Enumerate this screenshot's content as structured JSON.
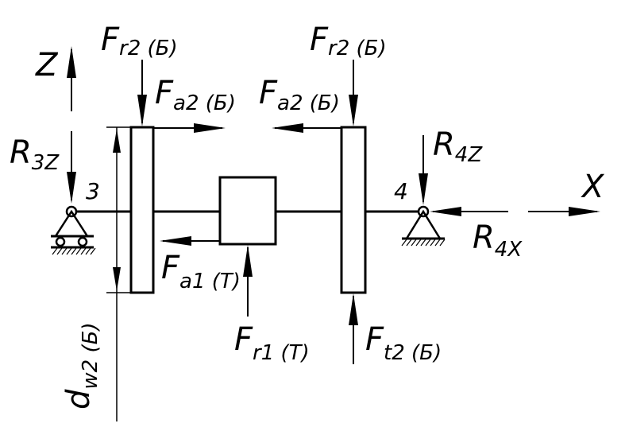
{
  "diagram": {
    "forces": {
      "fr2_left": {
        "main": "F",
        "sub": "r2 (Б)"
      },
      "fr2_right": {
        "main": "F",
        "sub": "r2 (Б)"
      },
      "fa2_left": {
        "main": "F",
        "sub": "a2 (Б)"
      },
      "fa2_right": {
        "main": "F",
        "sub": "a2 (Б)"
      },
      "fa1": {
        "main": "F",
        "sub": "a1 (T)"
      },
      "fr1": {
        "main": "F",
        "sub": "r1 (T)"
      },
      "ft2": {
        "main": "F",
        "sub": "t2 (Б)"
      },
      "r3z": {
        "main": "R",
        "sub": "3Z"
      },
      "r4z": {
        "main": "R",
        "sub": "4Z"
      },
      "r4x": {
        "main": "R",
        "sub": "4X"
      }
    },
    "axes": {
      "z": "Z",
      "x": "X"
    },
    "supports": {
      "left": "3",
      "right": "4"
    },
    "dimension": {
      "main": "d",
      "sub": "w2 (Б)"
    }
  }
}
